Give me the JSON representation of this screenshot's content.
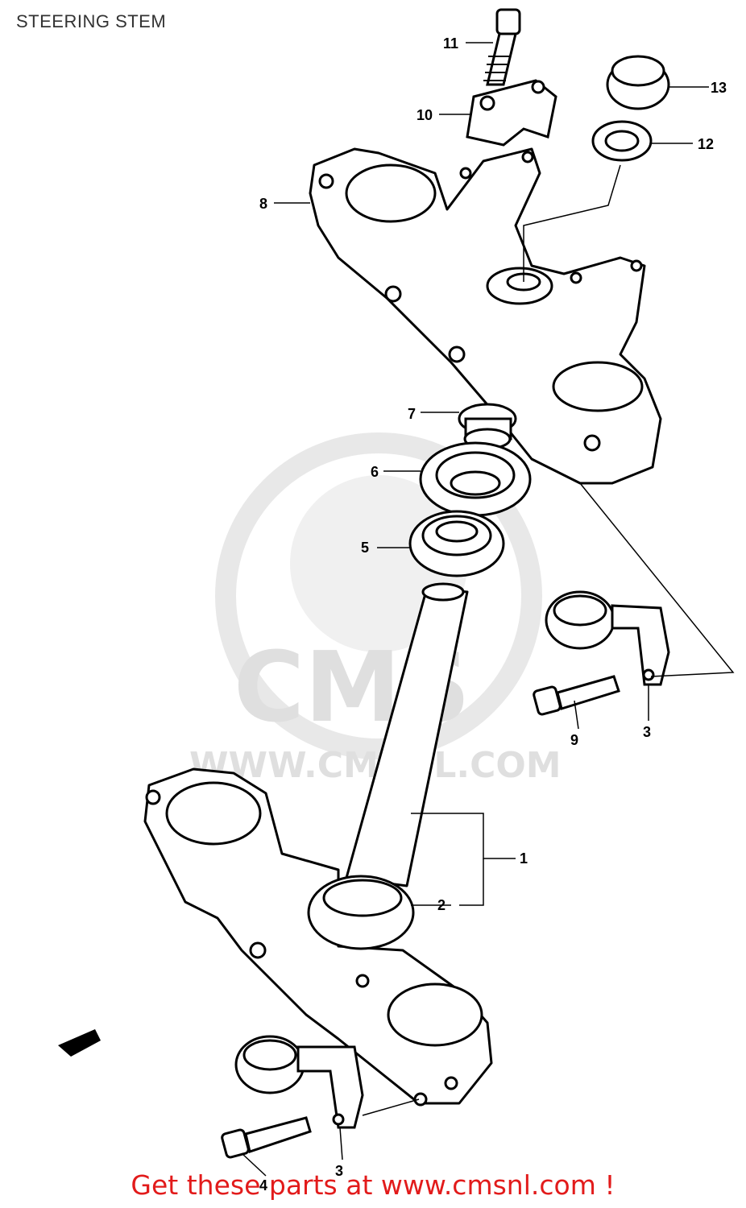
{
  "title": "STEERING STEM",
  "watermark": {
    "brand": "CMS",
    "url": "WWW.CMSNL.COM"
  },
  "footer": {
    "text": "Get these parts at www.cmsnl.com !",
    "color": "#e21b1b"
  },
  "callouts": {
    "c1": "1",
    "c2": "2",
    "c3a": "3",
    "c3b": "3",
    "c4": "4",
    "c5": "5",
    "c6": "6",
    "c7": "7",
    "c8": "8",
    "c9": "9",
    "c10": "10",
    "c11": "11",
    "c12": "12",
    "c13": "13"
  }
}
